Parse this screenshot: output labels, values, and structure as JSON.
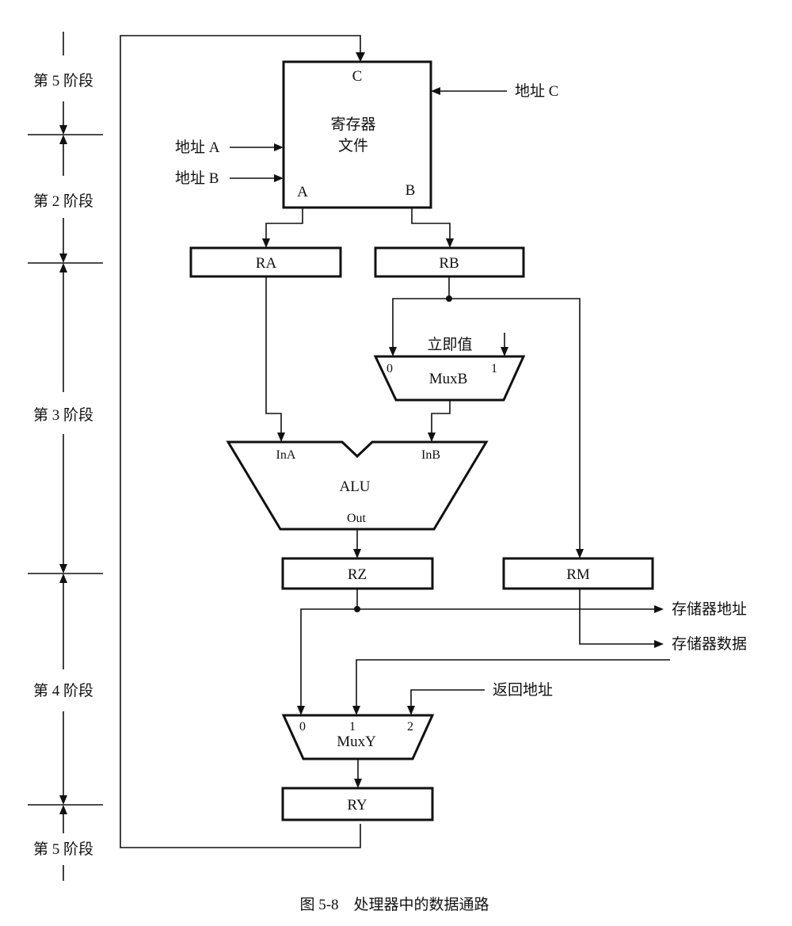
{
  "diagram": {
    "stages": {
      "s5_top": "第 5 阶段",
      "s2": "第 2 阶段",
      "s3": "第 3 阶段",
      "s4": "第 4 阶段",
      "s5_bottom": "第 5 阶段"
    },
    "register_file": {
      "title_line1": "寄存器",
      "title_line2": "文件",
      "port_c": "C",
      "port_a": "A",
      "port_b": "B",
      "addr_a": "地址 A",
      "addr_b": "地址 B",
      "addr_c": "地址 C"
    },
    "registers": {
      "ra": "RA",
      "rb": "RB",
      "rz": "RZ",
      "rm": "RM",
      "ry": "RY"
    },
    "muxb": {
      "label": "MuxB",
      "in0": "0",
      "in1": "1",
      "immediate": "立即值"
    },
    "alu": {
      "label": "ALU",
      "in_a": "InA",
      "in_b": "InB",
      "out": "Out"
    },
    "muxy": {
      "label": "MuxY",
      "in0": "0",
      "in1": "1",
      "in2": "2",
      "return_addr": "返回地址"
    },
    "outputs": {
      "mem_addr": "存储器地址",
      "mem_data": "存储器数据"
    },
    "caption": "图 5-8　处理器中的数据通路"
  }
}
